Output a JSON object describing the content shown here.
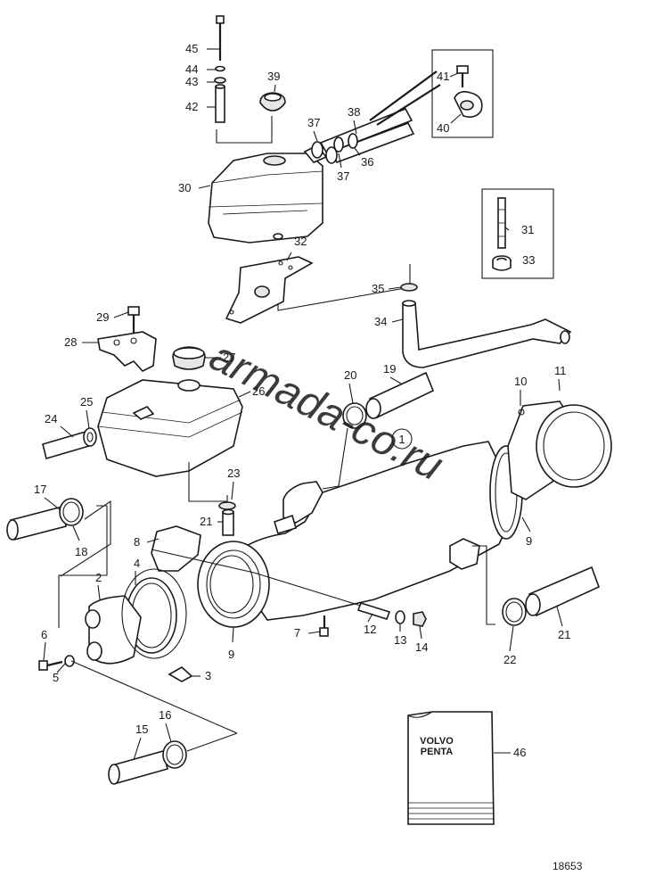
{
  "diagram": {
    "figure_number": "18653",
    "watermark": "armada-co.ru",
    "circled_note": "1",
    "manual_brand": "VOLVO",
    "manual_brand_line2": "PENTA",
    "colors": {
      "line": "#1a1a1a",
      "watermark": "#e08ab4",
      "background": "#ffffff"
    },
    "callouts": [
      "45",
      "44",
      "43",
      "42",
      "39",
      "38",
      "37",
      "37",
      "36",
      "41",
      "40",
      "30",
      "31",
      "32",
      "33",
      "35",
      "34",
      "29",
      "28",
      "27",
      "26",
      "25",
      "24",
      "20",
      "19",
      "10",
      "11",
      "23",
      "21",
      "17",
      "18",
      "8",
      "4",
      "2",
      "6",
      "5",
      "3",
      "7",
      "9",
      "9",
      "12",
      "13",
      "14",
      "22",
      "21",
      "16",
      "15",
      "46"
    ]
  }
}
